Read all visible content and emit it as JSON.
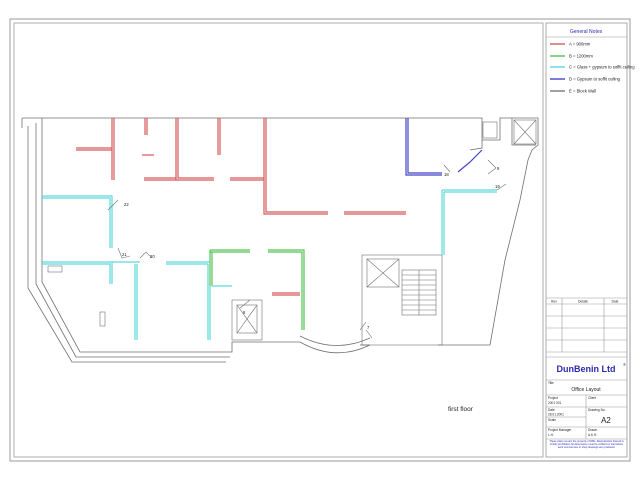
{
  "notes": {
    "title": "General Notes",
    "legend": [
      {
        "label": "A = 900mm",
        "color": "#d65a5a"
      },
      {
        "label": "B = 1200mm",
        "color": "#55c255"
      },
      {
        "label": "C = Glass + gypsum to soffit ceiling",
        "color": "#5fd8dc"
      },
      {
        "label": "D = Gypsum to soffit ceiling",
        "color": "#4545c8"
      },
      {
        "label": "E = Block Wall",
        "color": "#777777"
      }
    ]
  },
  "revisions": {
    "headers": [
      "Rev",
      "Details",
      "Date"
    ]
  },
  "title_block": {
    "company": "DunBenin Ltd",
    "title_label": "Title",
    "title": "Office Layout",
    "project_label": "Project",
    "project": "2001 001",
    "client_label": "Client",
    "date_label": "Date",
    "date": "28.01.2001",
    "drawing_label": "Drawing No.",
    "drawing": "A2",
    "scale_label": "Scale",
    "project_manager_label": "Project Manager",
    "project_manager": "L.H.",
    "drawn_label": "Drawn",
    "drawn": "A.K.H.",
    "disclaimer": "These plans remain the property of DBL. Reproduction thereof is strictly prohibited. All dimensions must be verified on site before work commences or shop drawings are produced."
  },
  "plan": {
    "floor_label": "first floor",
    "room_numbers": [
      "22",
      "21",
      "20",
      "18",
      "19",
      "8",
      "7",
      "9"
    ]
  }
}
